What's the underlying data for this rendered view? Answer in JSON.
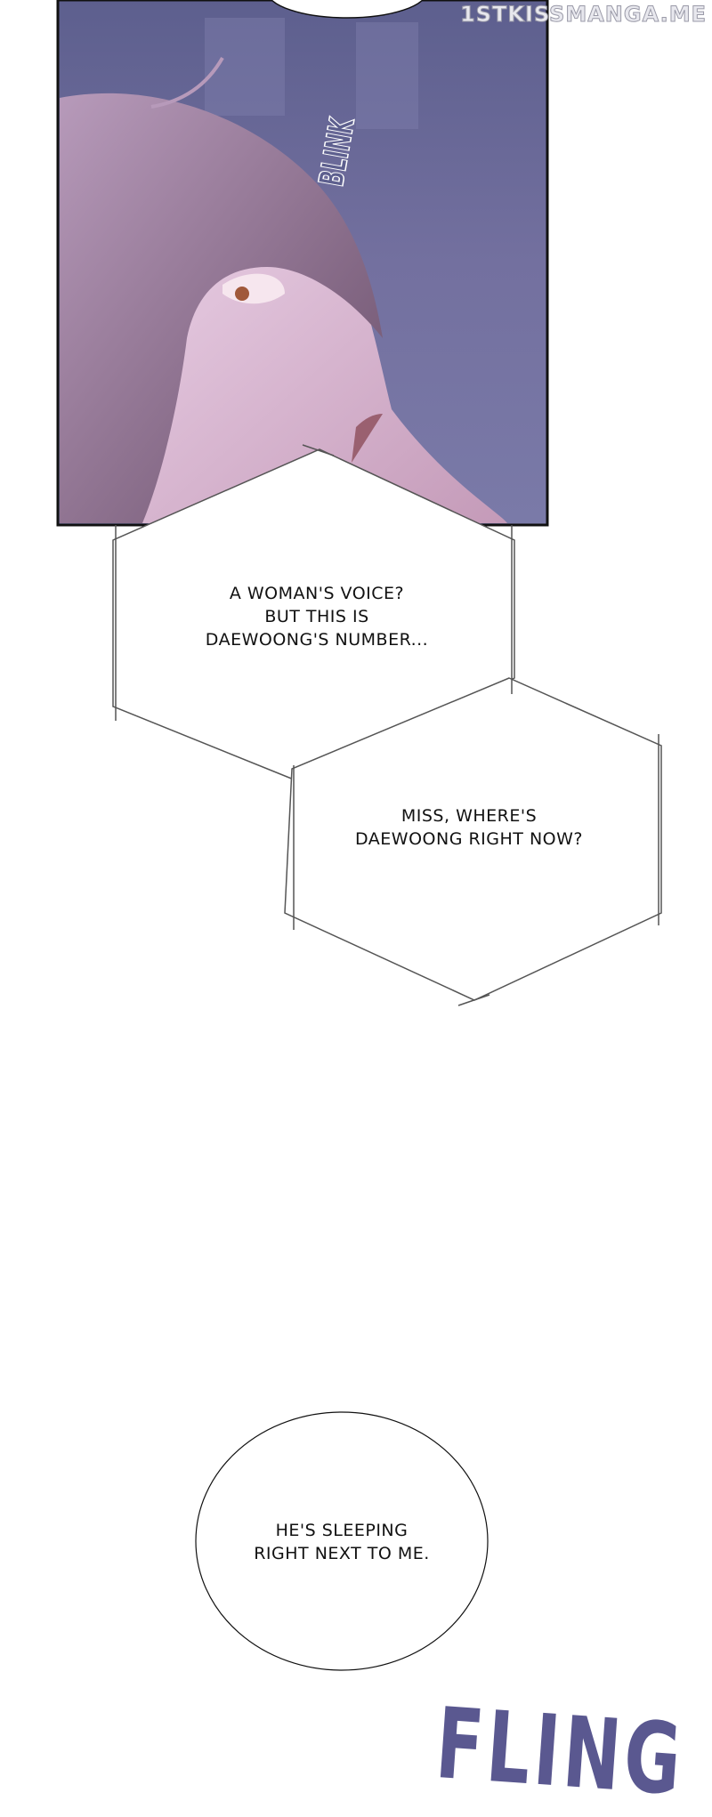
{
  "watermark": "1STKISSMANGA.ME",
  "sfx": {
    "blink": "BLINK",
    "fling": "FLING"
  },
  "dialogue": [
    {
      "lines": [
        "A WOMAN'S VOICE?",
        "BUT THIS IS",
        "DAEWOONG'S NUMBER..."
      ]
    },
    {
      "lines": [
        "MISS, WHERE'S",
        "DAEWOONG RIGHT NOW?"
      ]
    },
    {
      "lines": [
        "HE'S SLEEPING",
        "RIGHT NEXT TO ME."
      ]
    }
  ],
  "colors": {
    "panel_bg": "#6a6a9a",
    "skin": "#e8c8e0",
    "hair": "#8a6a88",
    "sfx_fling": "#5a5890"
  }
}
